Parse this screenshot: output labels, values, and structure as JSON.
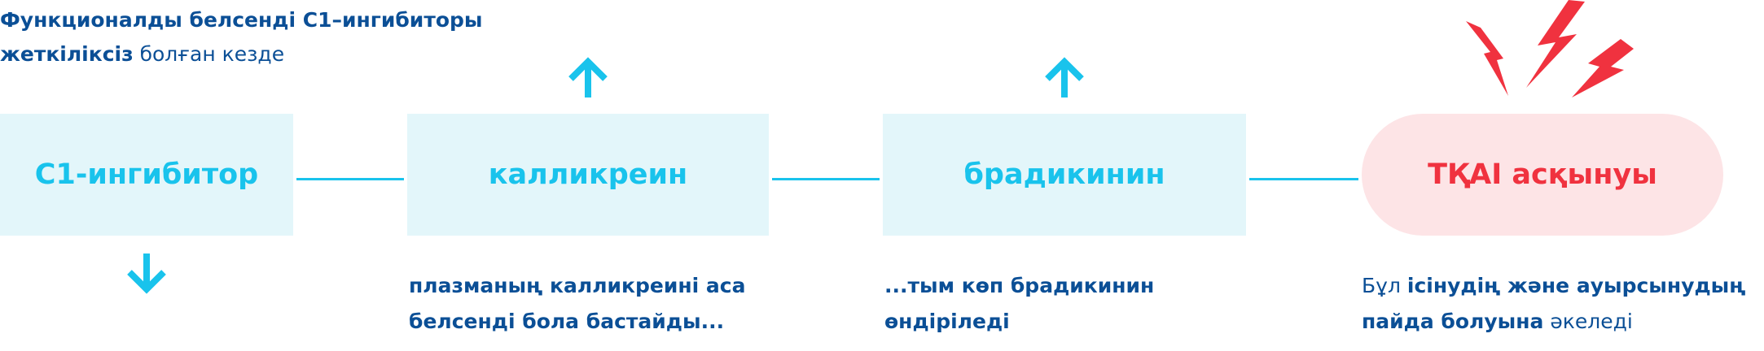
{
  "heading": {
    "line1_bold": "Функционалды белсенді С1–ингибиторы",
    "line2_bold": "жеткіліксіз",
    "line2_plain": " болған кезде"
  },
  "nodes": {
    "c1": "С1-ингибитор",
    "kallikrein": "калликреин",
    "bradykinin": "брадикинин",
    "hae": "ТҚАІ асқынуы"
  },
  "notes": {
    "kallikrein_line1": "плазманың калликреині аса",
    "kallikrein_line2": "белсенді бола бастайды...",
    "bradykinin_line1": "...тым көп брадикинин",
    "bradykinin_line2": "өндіріледі",
    "hae_line1_plain": "Бұл ",
    "hae_line1_bold": "ісінудің және ауырсынудың",
    "hae_line2_bold": "пайда болуына",
    "hae_line2_plain": " әкеледі"
  },
  "icons": {
    "up_arrow": "arrow-up-icon",
    "down_arrow": "arrow-down-icon",
    "lightning": "lightning-icon"
  },
  "colors": {
    "box_fill": "#e3f6fa",
    "accent_cyan": "#19c3ec",
    "dark_blue": "#0b4f96",
    "alert_red": "#f0323f",
    "pill_fill": "#fde4e6"
  }
}
